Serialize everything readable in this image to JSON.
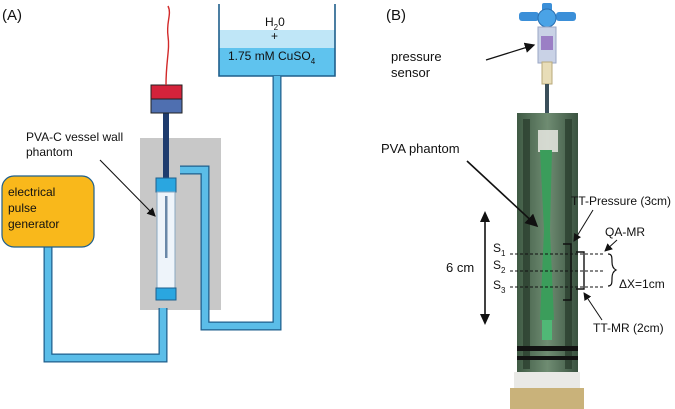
{
  "panel_a": {
    "letter": "(A)",
    "tank": {
      "water": "H",
      "water_sub": "2",
      "water_tail": "0",
      "plus": "+",
      "solution": "1.75 mM  CuSO",
      "solution_sub": "4"
    },
    "vessel_label_line1": "PVA-C vessel wall",
    "vessel_label_line2": "phantom",
    "generator_line1": "electrical",
    "generator_line2": "pulse",
    "generator_line3": "generator",
    "colors": {
      "tubing": "#5bbde8",
      "tubing_outline": "#1f5f8c",
      "tank_water": "#5fc3ee",
      "box_grey": "#c8c8c8",
      "generator": "#f9b81b",
      "cap_red": "#d4233b",
      "cap_blue": "#4f6fb0",
      "wire": "#d22a2a"
    }
  },
  "panel_b": {
    "letter": "(B)",
    "pressure_sensor_line1": "pressure",
    "pressure_sensor_line2": "sensor",
    "pva_phantom": "PVA phantom",
    "tt_pressure": "TT-Pressure (3cm)",
    "qa_mr": "QA-MR",
    "dx": "ΔX=1cm",
    "tt_mr": "TT-MR (2cm)",
    "height": "6 cm",
    "slices": [
      {
        "main": "S",
        "sub": "1"
      },
      {
        "main": "S",
        "sub": "2"
      },
      {
        "main": "S",
        "sub": "3"
      }
    ]
  }
}
